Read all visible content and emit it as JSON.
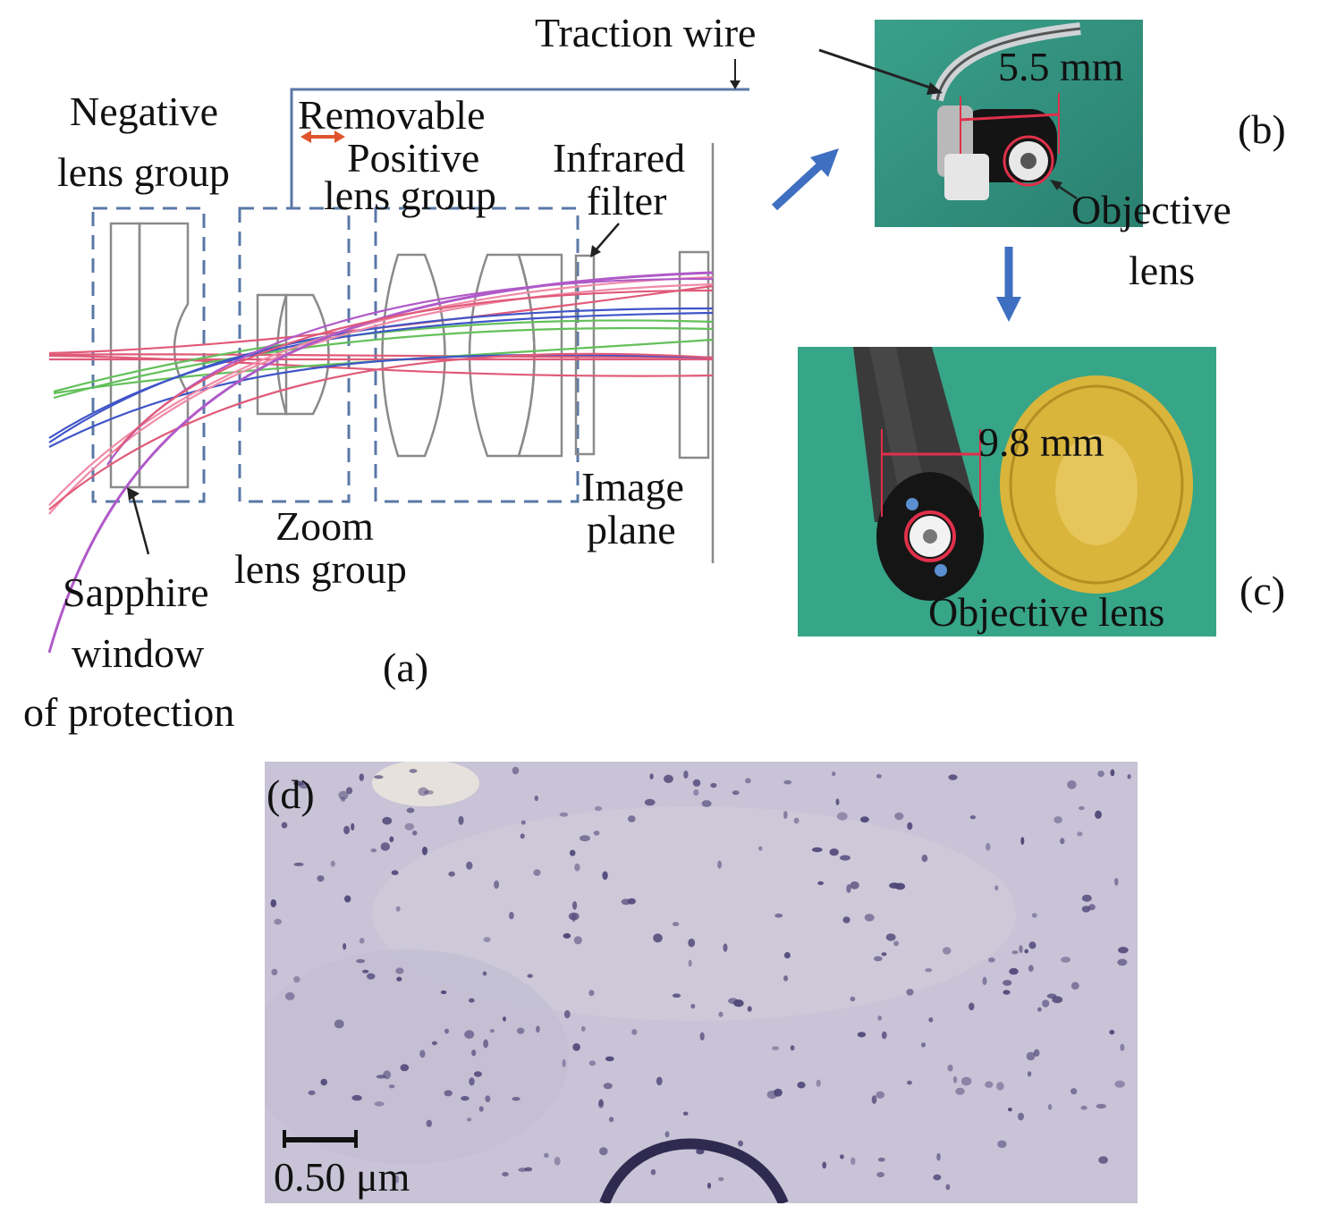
{
  "panel_a": {
    "caption": "(a)",
    "labels": {
      "traction_wire": "Traction wire",
      "removable": "Removable",
      "negative_1": "Negative",
      "negative_2": "lens group",
      "positive_1": "Positive",
      "positive_2": "lens group",
      "infrared_1": "Infrared",
      "infrared_2": "filter",
      "image_1": "Image",
      "image_2": "plane",
      "zoom_1": "Zoom",
      "zoom_2": "lens group",
      "sapphire_1": "Sapphire",
      "sapphire_2": "window",
      "sapphire_3": "of protection"
    },
    "colors": {
      "frame": "#5a78a6",
      "arrow": "#e0552b",
      "ray_red": "#e05a78",
      "ray_green": "#63c05a",
      "ray_blue": "#3f55c8",
      "ray_pink": "#f08aa8",
      "ray_purple": "#b05ac8"
    }
  },
  "panel_b": {
    "caption": "(b)",
    "dimension": "5.5 mm",
    "label_1": "Objective",
    "label_2": "lens",
    "background": "#2f8f7c"
  },
  "panel_c": {
    "caption": "(c)",
    "dimension": "9.8 mm",
    "label": "Objective lens",
    "background": "#37a587",
    "coin_color": "#d9b53c"
  },
  "panel_d": {
    "caption": "(d)",
    "scale_bar": "0.50 μm",
    "background": "#c8c3d6"
  },
  "connector_color": "#3f6fc0"
}
